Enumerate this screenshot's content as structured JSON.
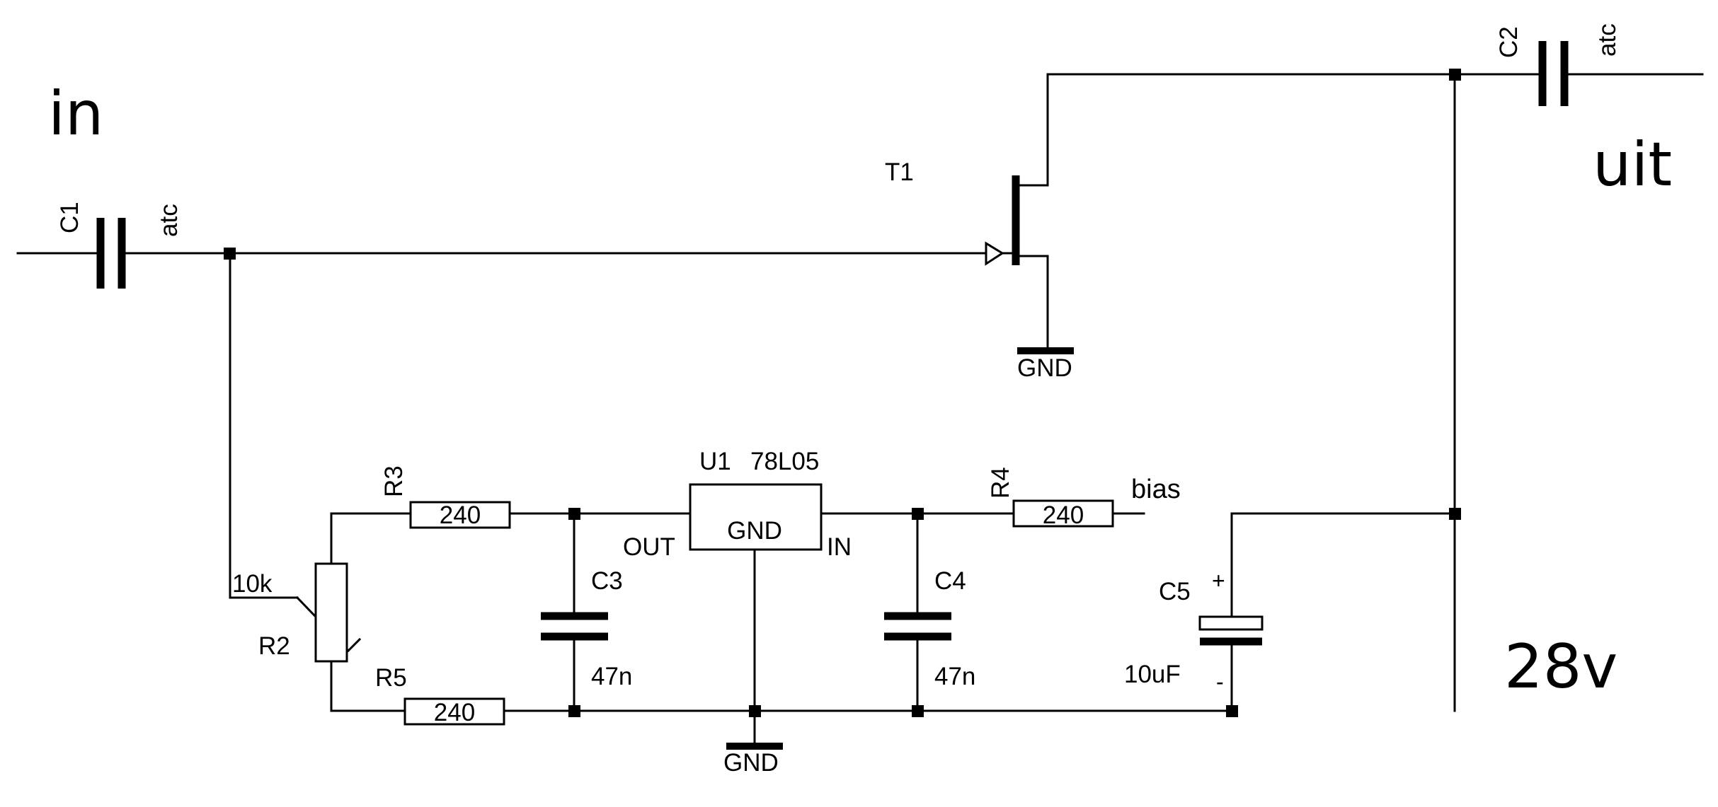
{
  "labels": {
    "in": "in",
    "uit": "uit",
    "supply": "28v",
    "bias": "bias"
  },
  "components": {
    "C1": {
      "ref": "C1",
      "value": "atc"
    },
    "C2": {
      "ref": "C2",
      "value": "atc"
    },
    "T1": {
      "ref": "T1"
    },
    "R2": {
      "ref": "R2",
      "value": "10k"
    },
    "R3": {
      "ref": "R3",
      "value": "240"
    },
    "R4": {
      "ref": "R4",
      "value": "240"
    },
    "R5": {
      "ref": "R5",
      "value": "240"
    },
    "U1": {
      "ref": "U1",
      "part": "78L05",
      "pin_out": "OUT",
      "pin_gnd": "GND",
      "pin_in": "IN"
    },
    "C3": {
      "ref": "C3",
      "value": "47n"
    },
    "C4": {
      "ref": "C4",
      "value": "47n"
    },
    "C5": {
      "ref": "C5",
      "value": "10uF",
      "plus": "+",
      "minus": "-"
    }
  },
  "ground": {
    "label": "GND"
  }
}
